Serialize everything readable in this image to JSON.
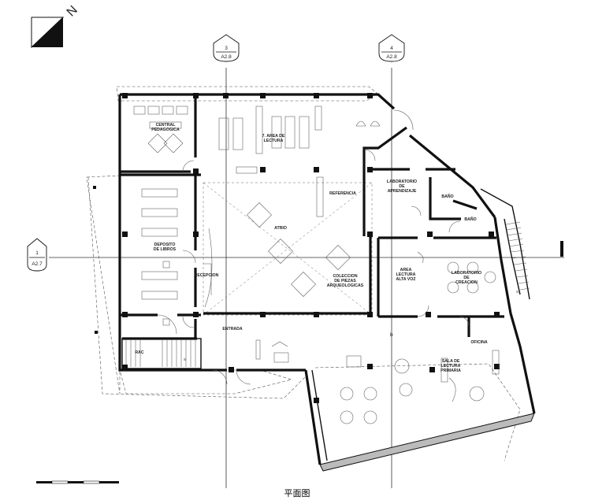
{
  "north_label": "N",
  "axes": {
    "axis_3": {
      "number": "3",
      "sheet": "A2.8"
    },
    "axis_4": {
      "number": "4",
      "sheet": "A2.8"
    },
    "axis_1": {
      "number": "1",
      "sheet": "A2.7"
    }
  },
  "rooms": {
    "central_pedagogica": "CENTRAL\nPEDAGOGICA",
    "area_lectura": "7. AREA DE\nLECTURA",
    "laboratorio_aprendizaje": "LABORATORIO\nDE\nAPRENDIZAJE",
    "bano_1": "BAÑO",
    "bano_2": "BAÑO",
    "referencia": "REFERENCIA",
    "atrio": "ATRIO",
    "deposito_libros": "DEPOSITO\nDE LIBROS",
    "recepcion": "RECEPCION",
    "coleccion_piezas": "COLECCION\nDE PIEZAS\nARQUEOLOGICAS",
    "area_lectura_alta_voz": "AREA\nLECTURA\nALTA VOZ",
    "laboratorio_creacion": "LABORATORIO\nDE\nCREACION",
    "oficina": "OFICINA",
    "entrada": "ENTRADA",
    "sala_lectura_primaria": "SALA DE\nLECTURA\nPRIMARIA",
    "rac": "RAC"
  },
  "notes": {
    "b_mark": "b",
    "s_mark_1": "S",
    "s_mark_2": "S"
  },
  "caption": "平面图"
}
